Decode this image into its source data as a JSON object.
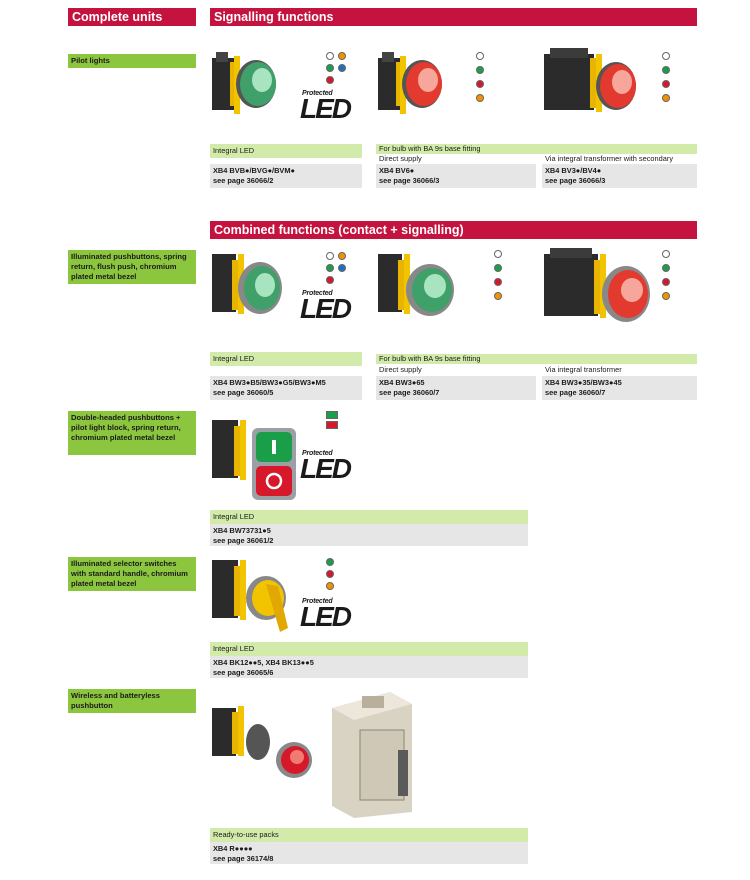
{
  "headers": {
    "complete_units": "Complete units",
    "signalling_functions": "Signalling functions",
    "combined_functions": "Combined functions (contact + signalling)"
  },
  "led_logo": {
    "protected": "Protected",
    "led": "LED"
  },
  "colors": {
    "header": "#c4133f",
    "side": "#8cc63f",
    "label": "#d3ebaa",
    "ref": "#e6e6e6"
  },
  "sections": {
    "pilot_lights": {
      "title": "Pilot lights",
      "integral_label": "Integral LED",
      "integral_ref": "XB4 BVB●/BVG●/BVM●",
      "integral_page": "see page 36066/2",
      "bulb_label": "For bulb with BA 9s base fitting",
      "direct_supply": "Direct supply",
      "direct_ref": "XB4 BV6●",
      "direct_page": "see page 36066/3",
      "transformer_label": "Via integral transformer with secondary",
      "transformer_ref": "XB4 BV3●/BV4●",
      "transformer_page": "see page 36066/3"
    },
    "illuminated_pushbuttons": {
      "title": "Illuminated pushbuttons, spring return, flush push, chromium plated metal bezel",
      "integral_label": "Integral LED",
      "integral_ref": "XB4 BW3●B5/BW3●G5/BW3●M5",
      "integral_page": "see page 36060/5",
      "bulb_label": "For bulb with BA 9s base fitting",
      "direct_supply": "Direct supply",
      "direct_ref": "XB4 BW3●65",
      "direct_page": "see page 36060/7",
      "transformer_label": "Via integral transformer",
      "transformer_ref": "XB4 BW3●35/BW3●45",
      "transformer_page": "see page 36060/7"
    },
    "double_headed": {
      "title": "Double-headed pushbuttons + pilot light block, spring return, chromium plated metal bezel",
      "label": "Integral LED",
      "ref": "XB4 BW73731●5",
      "page": "see page 36061/2"
    },
    "selector_switches": {
      "title": "Illuminated selector switches with standard handle, chromium plated metal bezel",
      "label": "Integral LED",
      "ref": "XB4 BK12●●5, XB4 BK13●●5",
      "page": "see page 36065/6"
    },
    "wireless": {
      "title": "Wireless and batteryless pushbutton",
      "label": "Ready-to-use packs",
      "ref": "XB4 R●●●●",
      "page": "see page 36174/8"
    }
  }
}
